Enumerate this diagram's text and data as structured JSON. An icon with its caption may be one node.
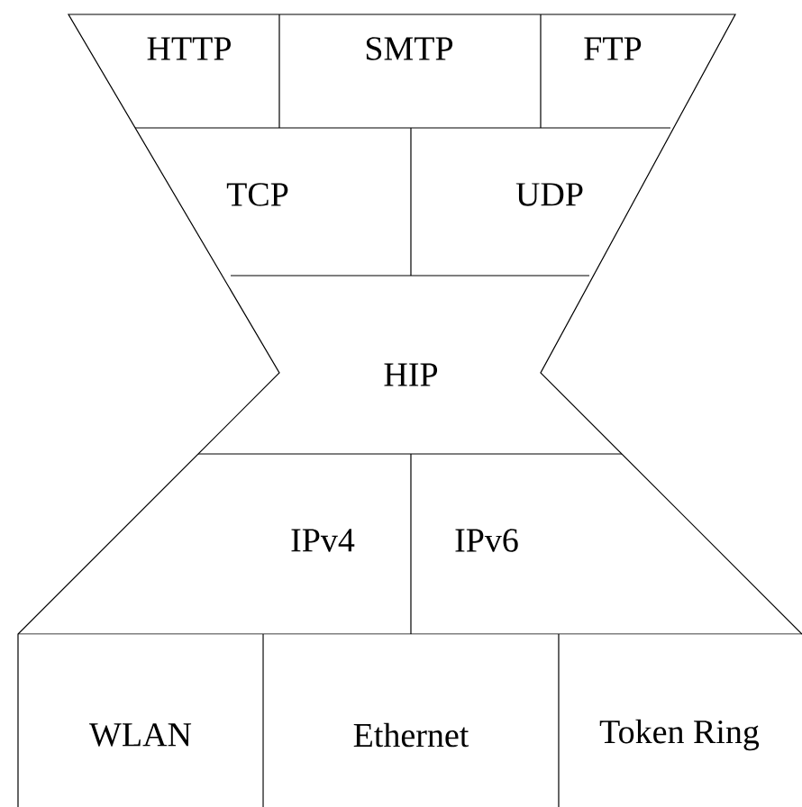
{
  "diagram": {
    "nodes": [
      {
        "text": [
          "HTTP"
        ]
      },
      {
        "text": [
          "SMTP"
        ]
      },
      {
        "text": [
          "FTP"
        ]
      },
      {
        "text": [
          "TCP"
        ]
      },
      {
        "text": [
          "UDP"
        ]
      },
      {
        "text": [
          "HIP"
        ]
      },
      {
        "text": [
          "IPv4"
        ]
      },
      {
        "text": [
          "IPv6"
        ]
      },
      {
        "text": [
          "WLAN"
        ]
      },
      {
        "text": [
          "Ethernet"
        ]
      },
      {
        "text": [
          "Token Ring"
        ]
      }
    ]
  }
}
